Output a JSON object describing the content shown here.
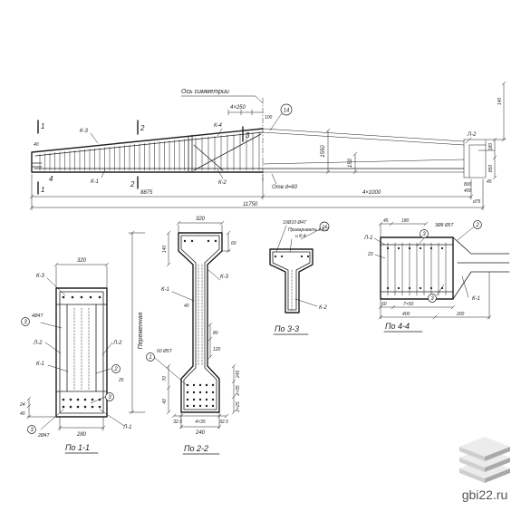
{
  "style": {
    "ink": "#1e1e1e",
    "background": "#ffffff"
  },
  "logo": {
    "text": "gbi22.ru",
    "colors": {
      "plate_top": "#ececec",
      "plate_left": "#cfcfcf",
      "plate_right": "#a9a9a9",
      "text": "#555555"
    }
  },
  "elevation": {
    "labels": [
      "Ось симметрии",
      "4×250",
      "100",
      "14",
      "1",
      "1",
      "2",
      "2",
      "3",
      "К-3",
      "К-4",
      "К-1",
      "К-2",
      "40",
      "4",
      "1550",
      "150",
      "Отв d=60",
      "8875",
      "4×1000",
      "11750",
      "Л-2",
      "180",
      "140",
      "850",
      "800",
      "400",
      "45",
      "d75"
    ]
  },
  "section_1_1": {
    "labels": [
      "320",
      "К-3",
      "3",
      "4Ø4Т",
      "Л-2",
      "К-1",
      "Л-2",
      "2",
      "25",
      "3",
      "24",
      "40",
      "3",
      "2Ø4Т",
      "280",
      "Л-1",
      "По 1-1"
    ]
  },
  "section_2_2": {
    "labels": [
      "320",
      "140",
      "60",
      "К-1",
      "К-3",
      "40",
      "80",
      "120",
      "Переменная",
      "1",
      "60 Ø5Т",
      "70",
      "40",
      "32.5",
      "4×35",
      "32.5",
      "240",
      "По 2-2",
      "245",
      "2×35",
      "2×25"
    ]
  },
  "section_3_3": {
    "labels": [
      "10Ø10 Ø4Т",
      "Приваривать к К-2",
      "и К-4",
      "14",
      "К-2",
      "По 3-3"
    ]
  },
  "section_4_4": {
    "labels": [
      "45",
      "180",
      "Л-1",
      "23",
      "3",
      "3Ø8 Ø5Т",
      "2",
      "3",
      "60",
      "7×50",
      "К-1",
      "400",
      "200",
      "По 4-4"
    ]
  }
}
